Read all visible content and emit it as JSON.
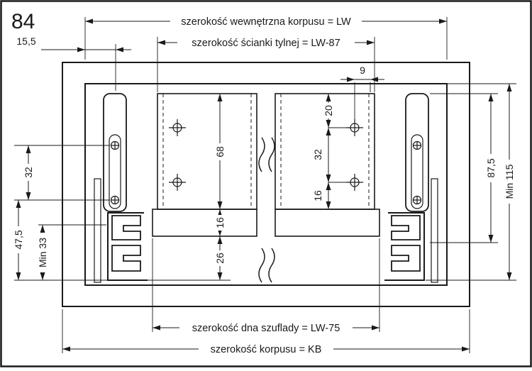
{
  "page": {
    "number": "84"
  },
  "colors": {
    "line": "#1a1a1a",
    "background": "#ffffff"
  },
  "labels": {
    "inner_width": "szerokość wewnętrzna korpusu = LW",
    "back_panel_width": "szerokość ścianki tylnej = LW-87",
    "drawer_bottom_width": "szerokość dna szuflady = LW-75",
    "cabinet_width": "szerokość korpusu = KB"
  },
  "dims": {
    "side_offset": "15,5",
    "hole_edge": "9",
    "hole_top": "20",
    "hole_spacing_right": "32",
    "hole_bottom": "16",
    "side_height": "68",
    "bottom_recess": "16",
    "under_bottom": "26",
    "screw_spacing_left": "32",
    "front_hole_drop": "47,5",
    "min_side_clearance": "Min 33",
    "back_height": "87,5",
    "min_installation_height": "Min 115"
  }
}
